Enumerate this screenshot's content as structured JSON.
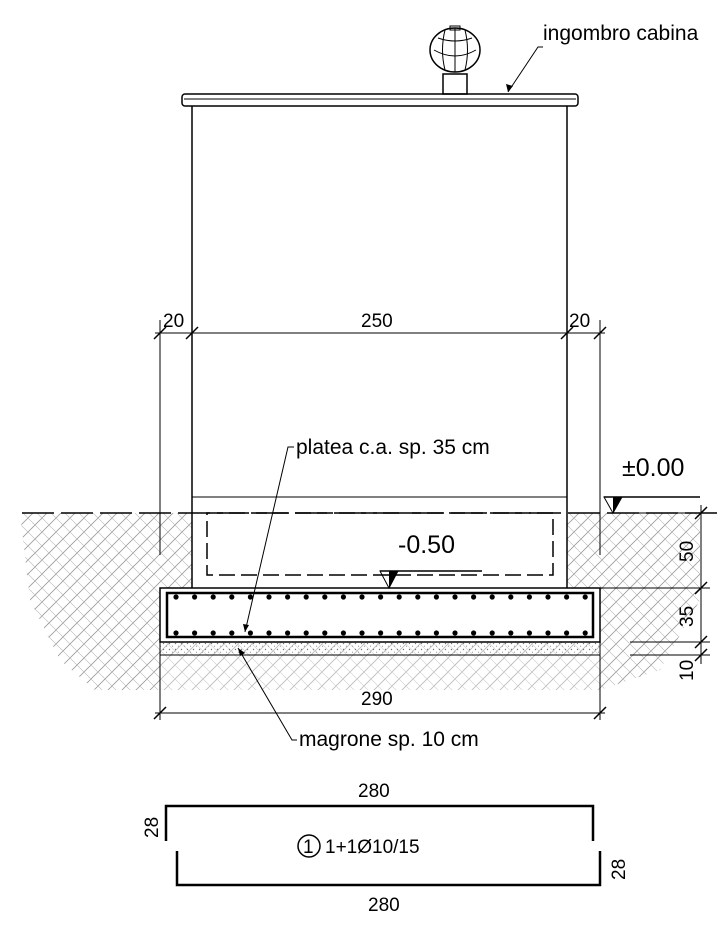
{
  "labels": {
    "cabin": "ingombro cabina",
    "slab": "platea c.a. sp. 35 cm",
    "lean": "magrone sp. 10 cm",
    "ground_level": "±0.00",
    "slab_level": "-0.50"
  },
  "dimensions": {
    "left_wall": "20",
    "inner_width": "250",
    "right_wall": "20",
    "total_width": "290",
    "depth_50": "50",
    "depth_35": "35",
    "depth_10": "10"
  },
  "rebar_detail": {
    "top_length": "280",
    "bottom_length": "280",
    "left_hook": "28",
    "right_hook": "28",
    "mark": "1",
    "spec": "1+1Ø10/15"
  }
}
